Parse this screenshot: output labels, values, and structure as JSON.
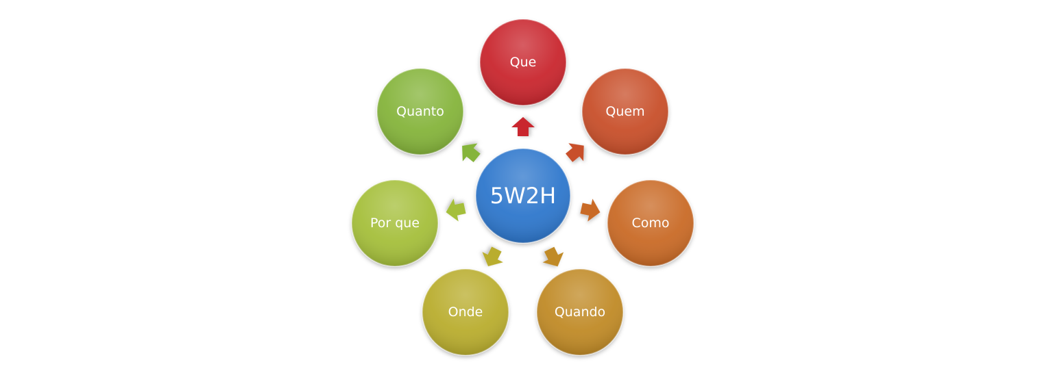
{
  "center": {
    "label": "5W2H",
    "color": "#2f77cc"
  },
  "nodes": [
    {
      "label": "Que",
      "color": "#c9282f"
    },
    {
      "label": "Quem",
      "color": "#c8502a"
    },
    {
      "label": "Como",
      "color": "#c96a27"
    },
    {
      "label": "Quando",
      "color": "#c08a28"
    },
    {
      "label": "Onde",
      "color": "#b9ad2e"
    },
    {
      "label": "Por que",
      "color": "#a5bf3a"
    },
    {
      "label": "Quanto",
      "color": "#85b43a"
    }
  ]
}
